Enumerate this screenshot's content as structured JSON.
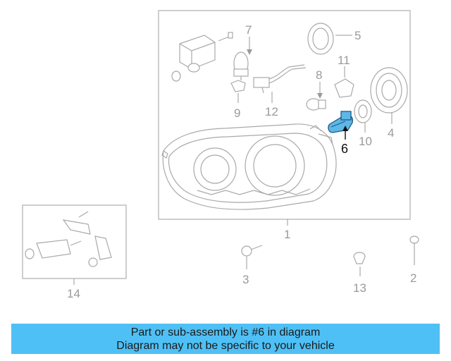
{
  "callouts": {
    "c1": "1",
    "c2": "2",
    "c3": "3",
    "c4": "4",
    "c5": "5",
    "c6": "6",
    "c7": "7",
    "c8": "8",
    "c9": "9",
    "c10": "10",
    "c11": "11",
    "c12": "12",
    "c13": "13",
    "c14": "14"
  },
  "highlighted_part": "6",
  "colors": {
    "highlight_fill": "#5fb7e6",
    "highlight_stroke": "#1b5a86",
    "banner_background": "#4fc0f5",
    "line_gray": "#a9a9a9"
  },
  "banner": {
    "line1": "Part or sub-assembly is #6 in diagram",
    "line2": "Diagram may not be specific to your vehicle"
  }
}
